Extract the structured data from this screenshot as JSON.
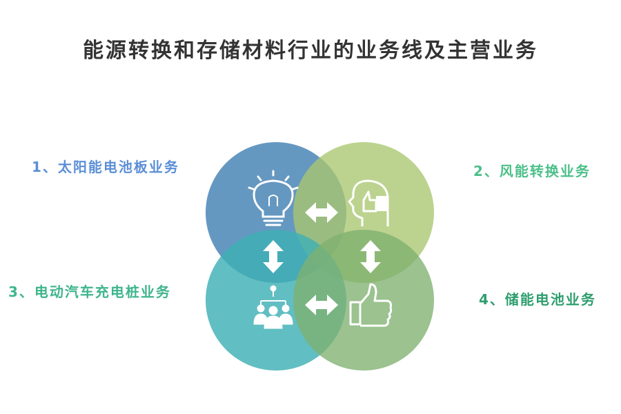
{
  "title": "能源转换和存储材料行业的业务线及主营业务",
  "businesses": [
    {
      "label": "1、太阳能电池板业务",
      "color": "#5b8fd6",
      "icon": "lightbulb-icon"
    },
    {
      "label": "2、风能转换业务",
      "color": "#4cbf8a",
      "icon": "head-thumb-icon"
    },
    {
      "label": "3、电动汽车充电桩业务",
      "color": "#3fb58c",
      "icon": "team-network-icon"
    },
    {
      "label": "4、储能电池业务",
      "color": "#2e9e6e",
      "icon": "thumbs-up-icon"
    }
  ],
  "circle_colors": [
    "#4a86b6",
    "#a9c66f",
    "#3eb0b5",
    "#7fb170"
  ],
  "arrow_icons": [
    "double-arrow-horizontal-icon",
    "double-arrow-vertical-icon"
  ]
}
